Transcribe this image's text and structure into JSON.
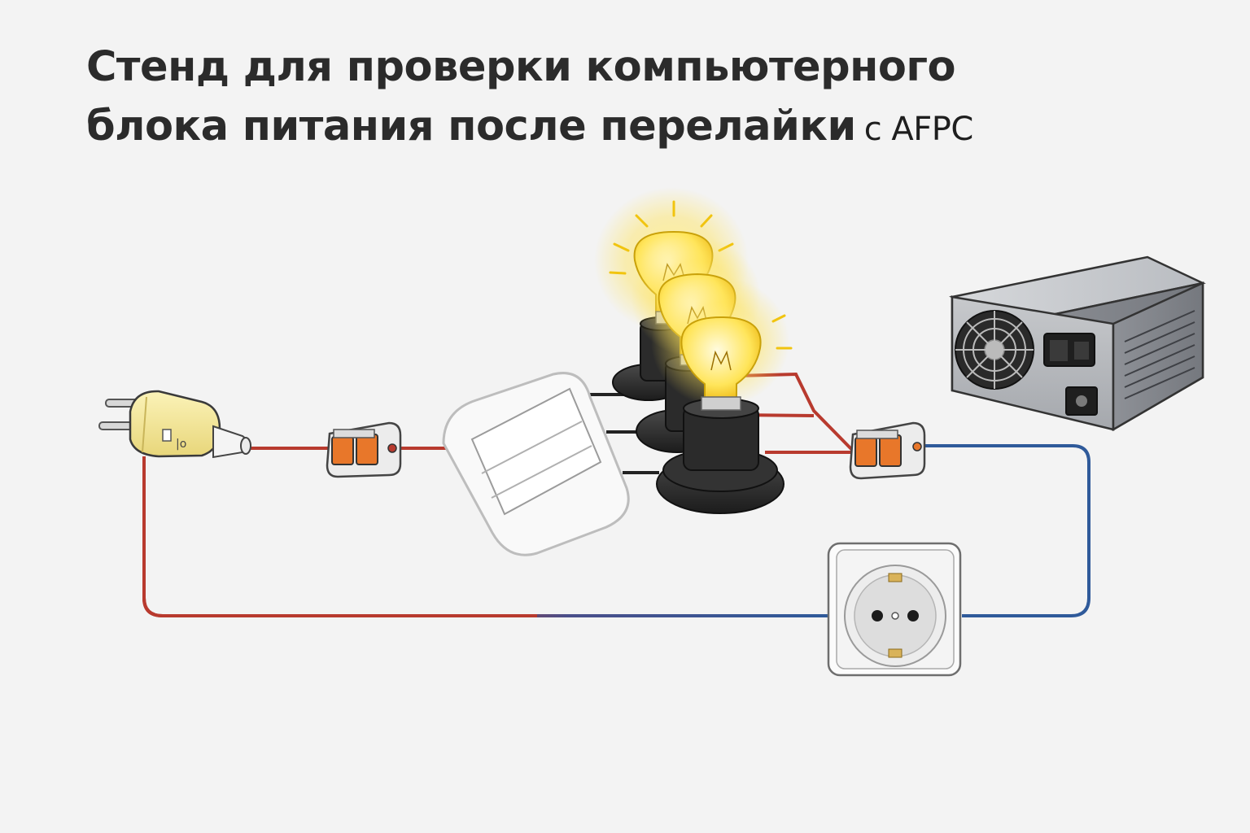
{
  "title": {
    "line1": "Стенд для проверки компьютерного",
    "line2": "блока питания после перелайки",
    "suffix": "с AFPC"
  },
  "plug": {
    "label": "|o"
  },
  "colors": {
    "background": "#f3f3f3",
    "title": "#2b2b2b",
    "live_wire": "#b83a2e",
    "neutral_wire": "#2f5a9a",
    "bulb_glow": "#ffe45c",
    "connector_lever": "#e8772a",
    "psu_body": "#a9adb3"
  },
  "icons": [
    "mains-plug-icon",
    "wago-connector-icon",
    "triple-switch-icon",
    "light-bulb-icon",
    "lamp-socket-icon",
    "wall-socket-icon",
    "power-supply-icon"
  ]
}
